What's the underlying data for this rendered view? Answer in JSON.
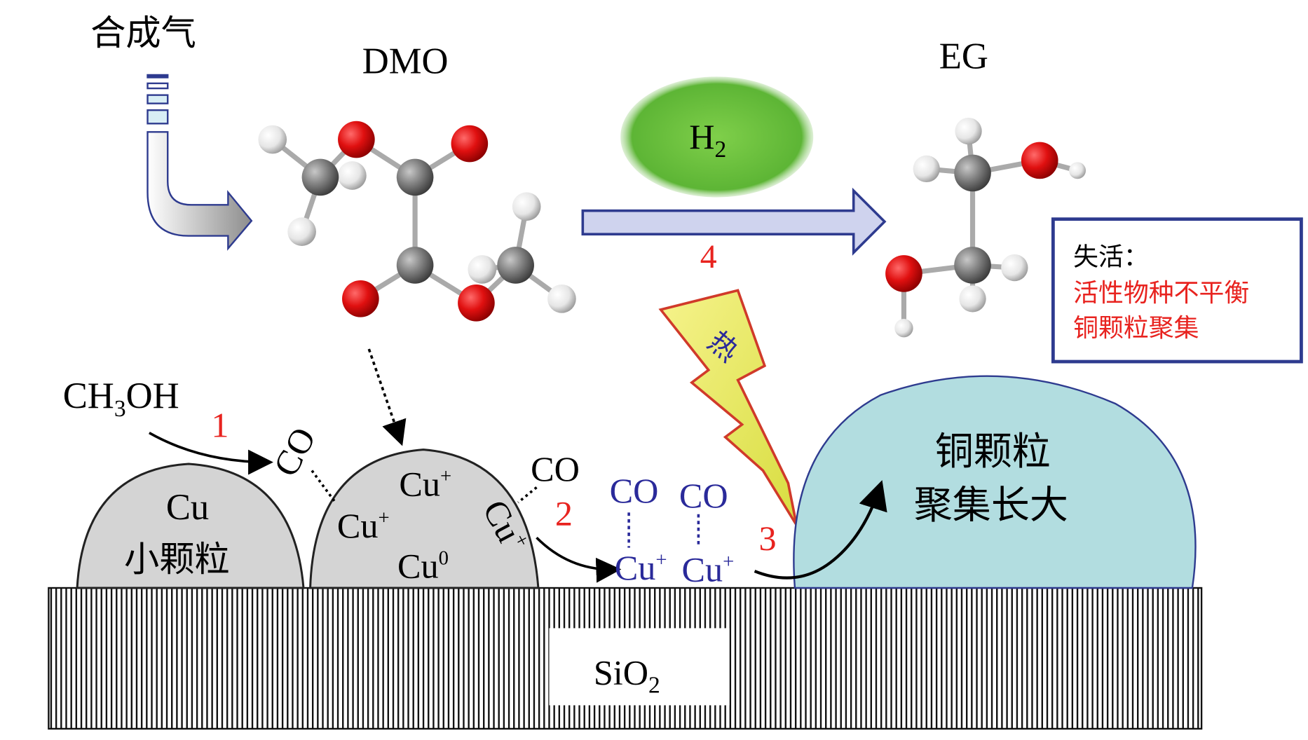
{
  "labels": {
    "syngas": "合成气",
    "dmo": "DMO",
    "eg": "EG",
    "h2_main": "H",
    "h2_sub": "2",
    "step1": "1",
    "step2": "2",
    "step3": "3",
    "step4": "4",
    "methanol_a": "CH",
    "methanol_sub": "3",
    "methanol_b": "OH",
    "co_1": "CO",
    "co_2": "CO",
    "co_3": "CO",
    "co_4": "CO",
    "cu_small_1": "Cu",
    "cu_small_2": "小颗粒",
    "cu_plus_1": "Cu",
    "cu_plus_2": "Cu",
    "cu_zero": "Cu",
    "cu_plus_3": "Cu",
    "cu_plus_4": "Cu",
    "cu_plus_5": "Cu",
    "sup_plus": "+",
    "sup_zero": "0",
    "heat": "热",
    "big_particle_1": "铜颗粒",
    "big_particle_2": "聚集长大",
    "support_a": "SiO",
    "support_sub": "2",
    "deactivation_title": "失活：",
    "deactivation_reason_1": "活性物种不平衡",
    "deactivation_reason_2": "铜颗粒聚集"
  },
  "colors": {
    "accent_red": "#e8231f",
    "box_blue": "#2e3b8f",
    "co_blue": "#2a2a9a",
    "particle_gray": "#d4d4d4",
    "big_particle": "#b2dde0",
    "h2_green": "#6cbf3c",
    "arrow_fill": "#cfd3ee",
    "bolt_yellow": "#f2f07a"
  }
}
